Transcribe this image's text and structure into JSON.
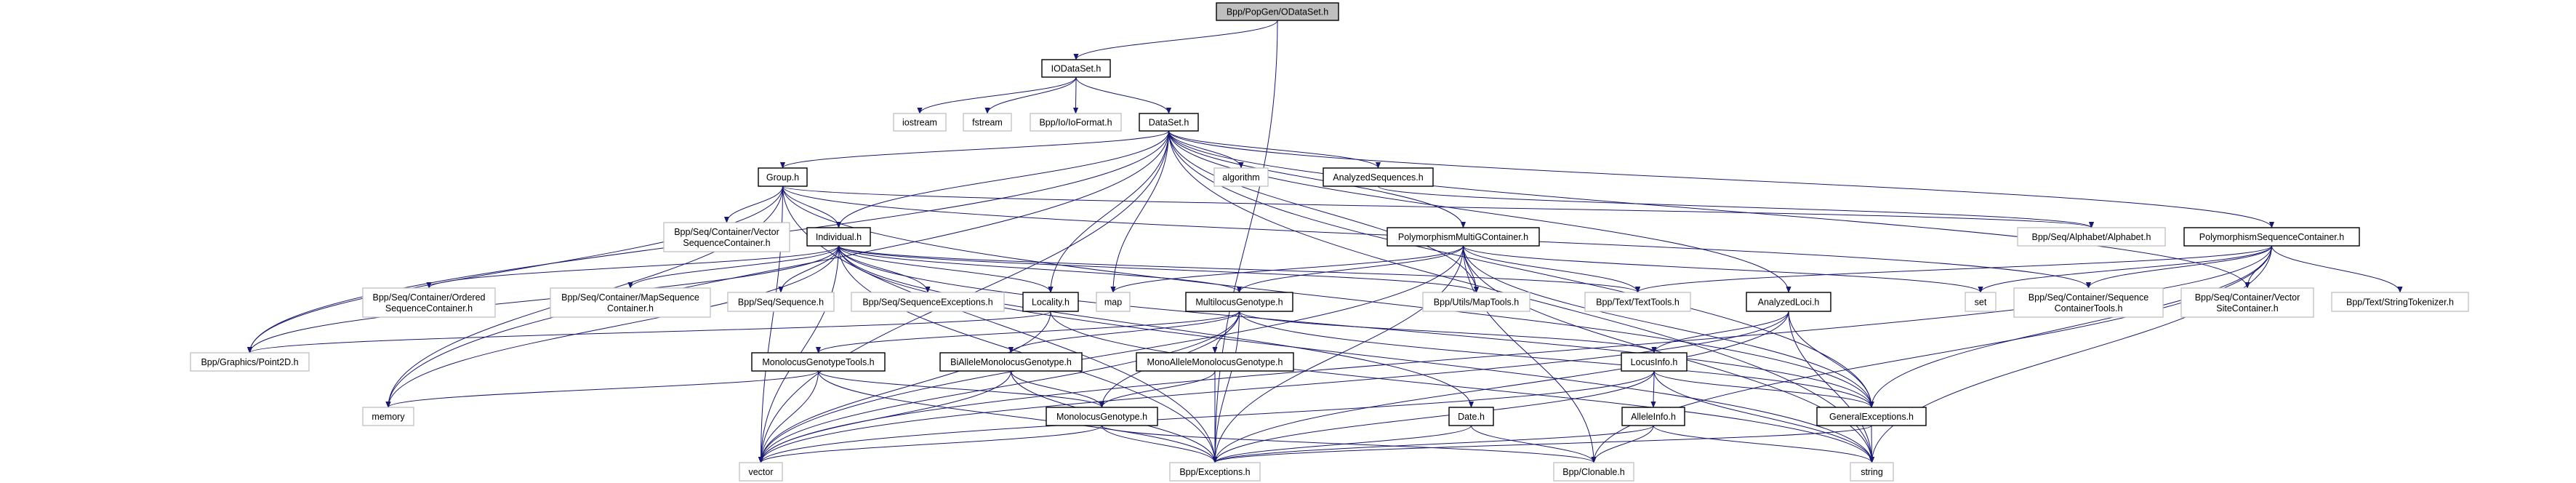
{
  "graph": {
    "edge_color": "#191970",
    "root_fill": "#bfbfbf",
    "nodes": [
      {
        "id": "odataset",
        "lines": [
          "Bpp/PopGen/ODataSet.h"
        ],
        "kind": "root"
      },
      {
        "id": "iodataset",
        "lines": [
          "IODataSet.h"
        ],
        "kind": "doc"
      },
      {
        "id": "iostream",
        "lines": [
          "iostream"
        ],
        "kind": "ext"
      },
      {
        "id": "fstream",
        "lines": [
          "fstream"
        ],
        "kind": "ext"
      },
      {
        "id": "ioformat",
        "lines": [
          "Bpp/Io/IoFormat.h"
        ],
        "kind": "ext"
      },
      {
        "id": "dataset",
        "lines": [
          "DataSet.h"
        ],
        "kind": "doc"
      },
      {
        "id": "group",
        "lines": [
          "Group.h"
        ],
        "kind": "doc"
      },
      {
        "id": "algorithm",
        "lines": [
          "algorithm"
        ],
        "kind": "ext"
      },
      {
        "id": "analyzedseq",
        "lines": [
          "AnalyzedSequences.h"
        ],
        "kind": "doc"
      },
      {
        "id": "vecseqcont",
        "lines": [
          "Bpp/Seq/Container/Vector",
          "SequenceContainer.h"
        ],
        "kind": "ext"
      },
      {
        "id": "individual",
        "lines": [
          "Individual.h"
        ],
        "kind": "doc"
      },
      {
        "id": "polymultig",
        "lines": [
          "PolymorphismMultiGContainer.h"
        ],
        "kind": "doc"
      },
      {
        "id": "alphabet",
        "lines": [
          "Bpp/Seq/Alphabet/Alphabet.h"
        ],
        "kind": "ext"
      },
      {
        "id": "polyseqcont",
        "lines": [
          "PolymorphismSequenceContainer.h"
        ],
        "kind": "doc"
      },
      {
        "id": "ordered",
        "lines": [
          "Bpp/Seq/Container/Ordered",
          "SequenceContainer.h"
        ],
        "kind": "ext"
      },
      {
        "id": "mapseq",
        "lines": [
          "Bpp/Seq/Container/MapSequence",
          "Container.h"
        ],
        "kind": "ext"
      },
      {
        "id": "sequence",
        "lines": [
          "Bpp/Seq/Sequence.h"
        ],
        "kind": "ext"
      },
      {
        "id": "seqexc",
        "lines": [
          "Bpp/Seq/SequenceExceptions.h"
        ],
        "kind": "ext"
      },
      {
        "id": "locality",
        "lines": [
          "Locality.h"
        ],
        "kind": "doc"
      },
      {
        "id": "map",
        "lines": [
          "map"
        ],
        "kind": "ext"
      },
      {
        "id": "multilocus",
        "lines": [
          "MultilocusGenotype.h"
        ],
        "kind": "doc"
      },
      {
        "id": "maptools",
        "lines": [
          "Bpp/Utils/MapTools.h"
        ],
        "kind": "ext"
      },
      {
        "id": "texttools",
        "lines": [
          "Bpp/Text/TextTools.h"
        ],
        "kind": "ext"
      },
      {
        "id": "analyzedloci",
        "lines": [
          "AnalyzedLoci.h"
        ],
        "kind": "doc"
      },
      {
        "id": "set",
        "lines": [
          "set"
        ],
        "kind": "ext"
      },
      {
        "id": "seqconttools",
        "lines": [
          "Bpp/Seq/Container/Sequence",
          "ContainerTools.h"
        ],
        "kind": "ext"
      },
      {
        "id": "vecsitecont",
        "lines": [
          "Bpp/Seq/Container/Vector",
          "SiteContainer.h"
        ],
        "kind": "ext"
      },
      {
        "id": "strtok",
        "lines": [
          "Bpp/Text/StringTokenizer.h"
        ],
        "kind": "ext"
      },
      {
        "id": "point2d",
        "lines": [
          "Bpp/Graphics/Point2D.h"
        ],
        "kind": "ext"
      },
      {
        "id": "monotools",
        "lines": [
          "MonolocusGenotypeTools.h"
        ],
        "kind": "doc"
      },
      {
        "id": "biallele",
        "lines": [
          "BiAlleleMonolocusGenotype.h"
        ],
        "kind": "doc"
      },
      {
        "id": "monoallele",
        "lines": [
          "MonoAlleleMonolocusGenotype.h"
        ],
        "kind": "doc"
      },
      {
        "id": "locusinfo",
        "lines": [
          "LocusInfo.h"
        ],
        "kind": "doc"
      },
      {
        "id": "memory",
        "lines": [
          "memory"
        ],
        "kind": "ext"
      },
      {
        "id": "monolocus",
        "lines": [
          "MonolocusGenotype.h"
        ],
        "kind": "doc"
      },
      {
        "id": "date",
        "lines": [
          "Date.h"
        ],
        "kind": "doc"
      },
      {
        "id": "alleleinfo",
        "lines": [
          "AlleleInfo.h"
        ],
        "kind": "doc"
      },
      {
        "id": "genexc",
        "lines": [
          "GeneralExceptions.h"
        ],
        "kind": "doc"
      },
      {
        "id": "vector",
        "lines": [
          "vector"
        ],
        "kind": "ext"
      },
      {
        "id": "exceptions",
        "lines": [
          "Bpp/Exceptions.h"
        ],
        "kind": "ext"
      },
      {
        "id": "clonable",
        "lines": [
          "Bpp/Clonable.h"
        ],
        "kind": "ext"
      },
      {
        "id": "string",
        "lines": [
          "string"
        ],
        "kind": "ext"
      }
    ],
    "edges": [
      [
        "odataset",
        "iodataset"
      ],
      [
        "odataset",
        "exceptions"
      ],
      [
        "iodataset",
        "iostream"
      ],
      [
        "iodataset",
        "fstream"
      ],
      [
        "iodataset",
        "ioformat"
      ],
      [
        "iodataset",
        "dataset"
      ],
      [
        "dataset",
        "group"
      ],
      [
        "dataset",
        "individual"
      ],
      [
        "dataset",
        "locality"
      ],
      [
        "dataset",
        "map"
      ],
      [
        "dataset",
        "algorithm"
      ],
      [
        "dataset",
        "analyzedseq"
      ],
      [
        "dataset",
        "polymultig"
      ],
      [
        "dataset",
        "maptools"
      ],
      [
        "dataset",
        "analyzedloci"
      ],
      [
        "dataset",
        "polyseqcont"
      ],
      [
        "dataset",
        "point2d"
      ],
      [
        "dataset",
        "vector"
      ],
      [
        "dataset",
        "memory"
      ],
      [
        "dataset",
        "string"
      ],
      [
        "dataset",
        "genexc"
      ],
      [
        "dataset",
        "vecsitecont"
      ],
      [
        "group",
        "vecseqcont"
      ],
      [
        "group",
        "individual"
      ],
      [
        "group",
        "point2d"
      ],
      [
        "group",
        "vector"
      ],
      [
        "group",
        "memory"
      ],
      [
        "group",
        "exceptions"
      ],
      [
        "group",
        "genexc"
      ],
      [
        "group",
        "seqconttools"
      ],
      [
        "group",
        "alphabet"
      ],
      [
        "individual",
        "ordered"
      ],
      [
        "individual",
        "mapseq"
      ],
      [
        "individual",
        "sequence"
      ],
      [
        "individual",
        "seqexc"
      ],
      [
        "individual",
        "locality"
      ],
      [
        "individual",
        "multilocus"
      ],
      [
        "individual",
        "date"
      ],
      [
        "individual",
        "point2d"
      ],
      [
        "individual",
        "memory"
      ],
      [
        "individual",
        "vector"
      ],
      [
        "individual",
        "exceptions"
      ],
      [
        "individual",
        "texttools"
      ],
      [
        "individual",
        "genexc"
      ],
      [
        "individual",
        "string"
      ],
      [
        "individual",
        "maptools"
      ],
      [
        "analyzedseq",
        "alphabet"
      ],
      [
        "polymultig",
        "map"
      ],
      [
        "polymultig",
        "multilocus"
      ],
      [
        "polymultig",
        "maptools"
      ],
      [
        "polymultig",
        "texttools"
      ],
      [
        "polymultig",
        "set"
      ],
      [
        "polymultig",
        "genexc"
      ],
      [
        "polymultig",
        "string"
      ],
      [
        "polymultig",
        "exceptions"
      ],
      [
        "polymultig",
        "clonable"
      ],
      [
        "polymultig",
        "vector"
      ],
      [
        "polyseqcont",
        "set"
      ],
      [
        "polyseqcont",
        "seqconttools"
      ],
      [
        "polyseqcont",
        "vecsitecont"
      ],
      [
        "polyseqcont",
        "strtok"
      ],
      [
        "polyseqcont",
        "texttools"
      ],
      [
        "polyseqcont",
        "genexc"
      ],
      [
        "polyseqcont",
        "string"
      ],
      [
        "polyseqcont",
        "clonable"
      ],
      [
        "polyseqcont",
        "vector"
      ],
      [
        "locality",
        "point2d"
      ],
      [
        "locality",
        "string"
      ],
      [
        "locality",
        "vector"
      ],
      [
        "multilocus",
        "monotools"
      ],
      [
        "multilocus",
        "biallele"
      ],
      [
        "multilocus",
        "monoallele"
      ],
      [
        "multilocus",
        "monolocus"
      ],
      [
        "multilocus",
        "locusinfo"
      ],
      [
        "multilocus",
        "genexc"
      ],
      [
        "multilocus",
        "exceptions"
      ],
      [
        "multilocus",
        "vector"
      ],
      [
        "analyzedloci",
        "locusinfo"
      ],
      [
        "analyzedloci",
        "genexc"
      ],
      [
        "analyzedloci",
        "string"
      ],
      [
        "analyzedloci",
        "exceptions"
      ],
      [
        "analyzedloci",
        "vector"
      ],
      [
        "monotools",
        "memory"
      ],
      [
        "monotools",
        "vector"
      ],
      [
        "monotools",
        "exceptions"
      ],
      [
        "monotools",
        "monolocus"
      ],
      [
        "biallele",
        "monolocus"
      ],
      [
        "biallele",
        "exceptions"
      ],
      [
        "biallele",
        "vector"
      ],
      [
        "monoallele",
        "monolocus"
      ],
      [
        "monoallele",
        "exceptions"
      ],
      [
        "locusinfo",
        "alleleinfo"
      ],
      [
        "locusinfo",
        "genexc"
      ],
      [
        "locusinfo",
        "string"
      ],
      [
        "locusinfo",
        "exceptions"
      ],
      [
        "locusinfo",
        "vector"
      ],
      [
        "monolocus",
        "exceptions"
      ],
      [
        "monolocus",
        "vector"
      ],
      [
        "monolocus",
        "clonable"
      ],
      [
        "date",
        "exceptions"
      ],
      [
        "date",
        "clonable"
      ],
      [
        "alleleinfo",
        "clonable"
      ],
      [
        "alleleinfo",
        "string"
      ],
      [
        "alleleinfo",
        "exceptions"
      ],
      [
        "genexc",
        "string"
      ],
      [
        "genexc",
        "exceptions"
      ]
    ]
  }
}
